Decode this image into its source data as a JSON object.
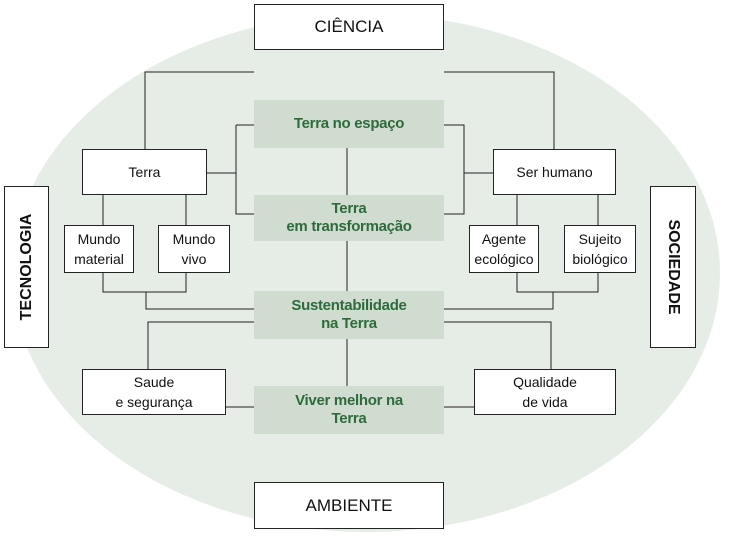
{
  "outer": {
    "top": "CIÊNCIA",
    "bottom": "AMBIENTE",
    "left": "TECNOLOGIA",
    "right": "SOCIEDADE"
  },
  "themes": [
    "Terra no espaço",
    "Terra\nem transformação",
    "Sustentabilidade\nna Terra",
    "Viver melhor na\nTerra"
  ],
  "nodes": {
    "terra": "Terra",
    "ser_humano": "Ser humano",
    "mundo_material": "Mundo\nmaterial",
    "mundo_vivo": "Mundo\nvivo",
    "agente_ecologico": "Agente\necológico",
    "sujeito_biologico": "Sujeito\nbiológico",
    "saude": "Saude\ne segurança",
    "qualidade": "Qualidade\nde vida"
  }
}
